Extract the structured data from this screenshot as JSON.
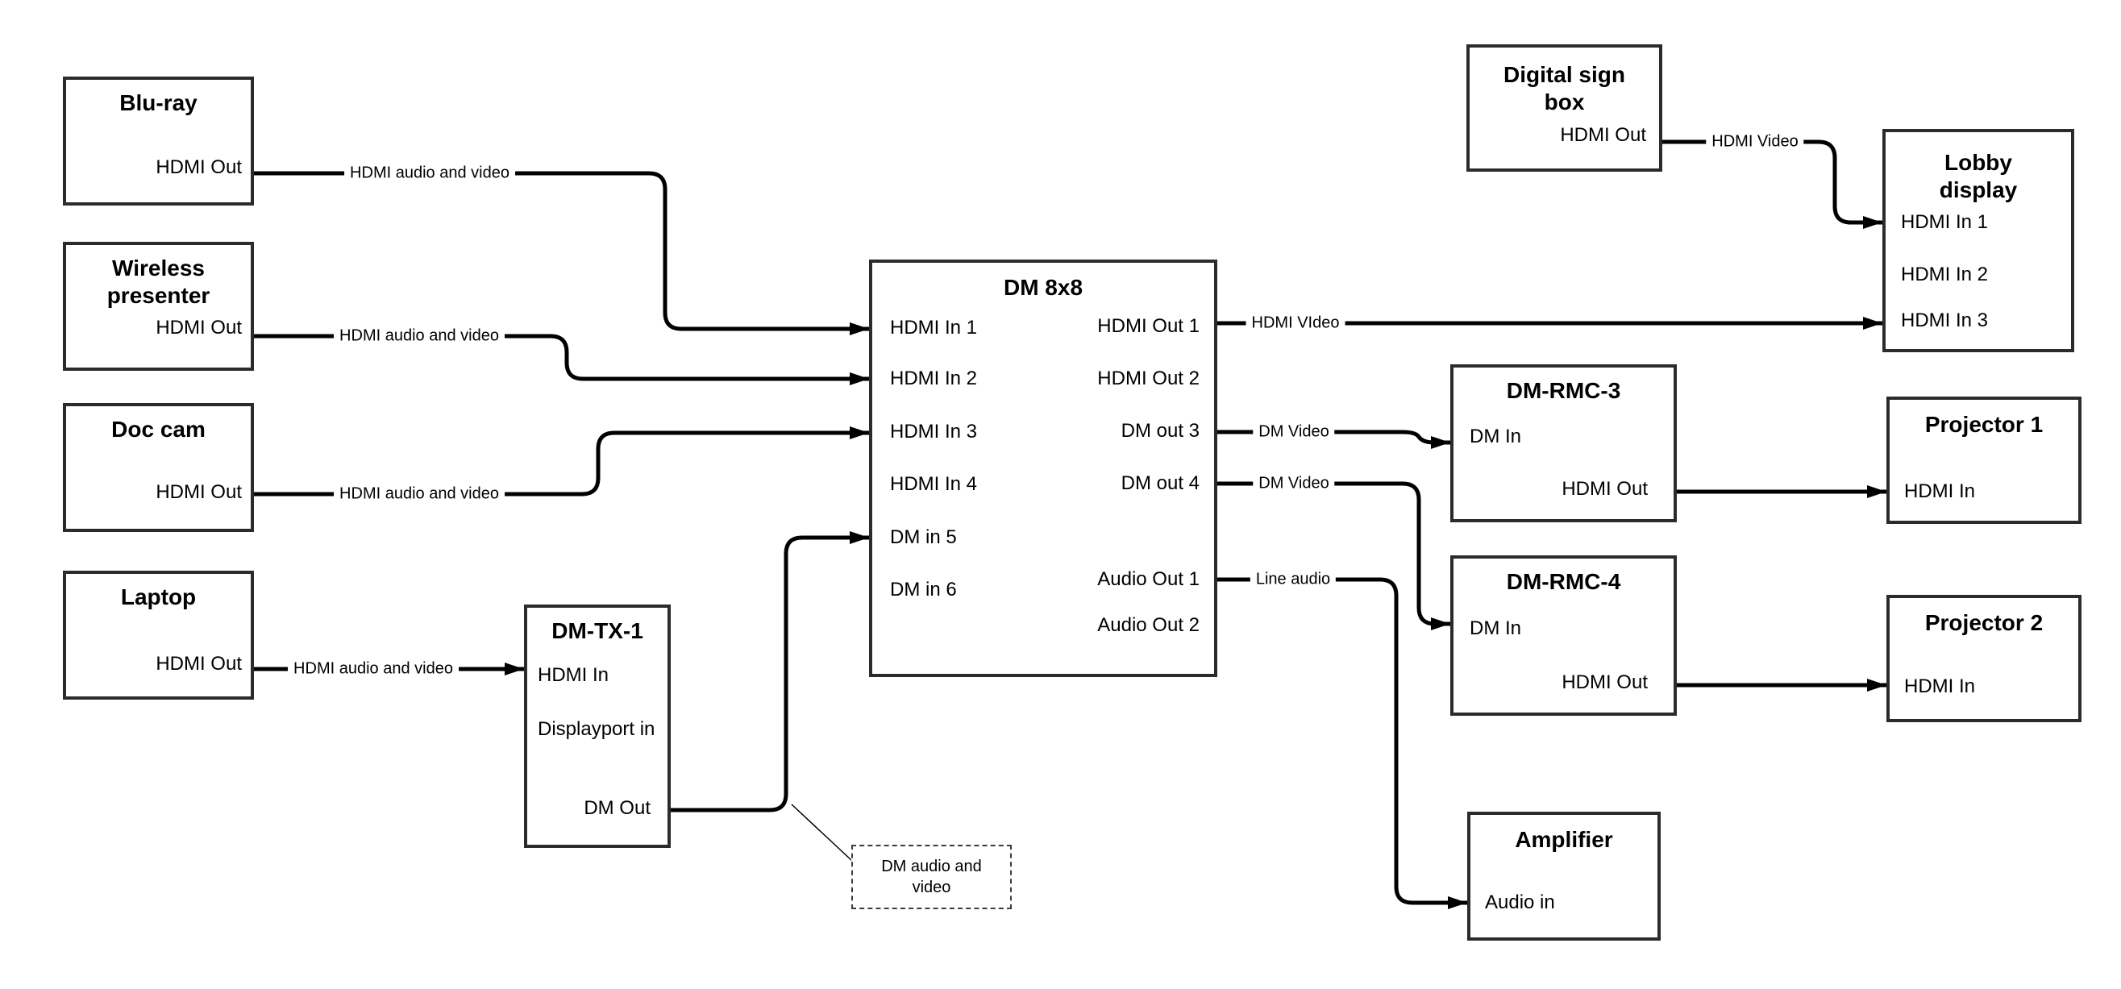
{
  "canvas": {
    "background": "#ffffff",
    "line_color": "#000000",
    "box_border_color": "#2b2b2b"
  },
  "nodes": {
    "blu_ray": {
      "title": "Blu-ray",
      "ports": {
        "hdmi_out": "HDMI Out"
      }
    },
    "wireless_presenter": {
      "title": "Wireless\npresenter",
      "ports": {
        "hdmi_out": "HDMI Out"
      }
    },
    "doc_cam": {
      "title": "Doc cam",
      "ports": {
        "hdmi_out": "HDMI Out"
      }
    },
    "laptop": {
      "title": "Laptop",
      "ports": {
        "hdmi_out": "HDMI Out"
      }
    },
    "dm_tx_1": {
      "title": "DM-TX-1",
      "ports": {
        "hdmi_in": "HDMI In",
        "displayport_in": "Displayport in",
        "dm_out": "DM Out"
      }
    },
    "dm_8x8": {
      "title": "DM 8x8",
      "inputs": [
        "HDMI In 1",
        "HDMI In 2",
        "HDMI In 3",
        "HDMI In 4",
        "DM in 5",
        "DM in 6"
      ],
      "outputs": [
        "HDMI Out 1",
        "HDMI Out 2",
        "DM out 3",
        "DM out 4",
        "Audio Out 1",
        "Audio Out 2"
      ]
    },
    "digital_sign_box": {
      "title": "Digital sign\nbox",
      "ports": {
        "hdmi_out": "HDMI Out"
      }
    },
    "lobby_display": {
      "title": "Lobby\ndisplay",
      "ports": {
        "hdmi_in_1": "HDMI In 1",
        "hdmi_in_2": "HDMI In 2",
        "hdmi_in_3": "HDMI In 3"
      }
    },
    "dm_rmc_3": {
      "title": "DM-RMC-3",
      "ports": {
        "dm_in": "DM In",
        "hdmi_out": "HDMI Out"
      }
    },
    "projector_1": {
      "title": "Projector 1",
      "ports": {
        "hdmi_in": "HDMI In"
      }
    },
    "dm_rmc_4": {
      "title": "DM-RMC-4",
      "ports": {
        "dm_in": "DM In",
        "hdmi_out": "HDMI Out"
      }
    },
    "projector_2": {
      "title": "Projector 2",
      "ports": {
        "hdmi_in": "HDMI In"
      }
    },
    "amplifier": {
      "title": "Amplifier",
      "ports": {
        "audio_in": "Audio in"
      }
    }
  },
  "connections": [
    {
      "from": "Blu-ray HDMI Out",
      "to": "DM 8x8 HDMI In 1",
      "label": "HDMI audio and video"
    },
    {
      "from": "Wireless presenter HDMI Out",
      "to": "DM 8x8 HDMI In 2",
      "label": "HDMI audio and video"
    },
    {
      "from": "Doc cam HDMI Out",
      "to": "DM 8x8 HDMI In 3",
      "label": "HDMI audio and video"
    },
    {
      "from": "Laptop HDMI Out",
      "to": "DM-TX-1 HDMI In",
      "label": "HDMI audio and video"
    },
    {
      "from": "DM-TX-1 DM Out",
      "to": "DM 8x8 DM in 5",
      "label": ""
    },
    {
      "from": "DM 8x8 HDMI Out 1",
      "to": "Lobby display HDMI In 3",
      "label": "HDMI VIdeo"
    },
    {
      "from": "DM 8x8 DM out 3",
      "to": "DM-RMC-3 DM In",
      "label": "DM Video"
    },
    {
      "from": "DM 8x8 DM out 4",
      "to": "DM-RMC-4 DM In",
      "label": "DM Video"
    },
    {
      "from": "DM 8x8 Audio Out 1",
      "to": "Amplifier Audio in",
      "label": "Line audio"
    },
    {
      "from": "Digital sign box HDMI Out",
      "to": "Lobby display HDMI In 1",
      "label": "HDMI Video"
    },
    {
      "from": "DM-RMC-3 HDMI Out",
      "to": "Projector 1 HDMI In",
      "label": ""
    },
    {
      "from": "DM-RMC-4 HDMI Out",
      "to": "Projector 2 HDMI In",
      "label": ""
    }
  ],
  "note": {
    "text": "DM audio and\nvideo"
  }
}
